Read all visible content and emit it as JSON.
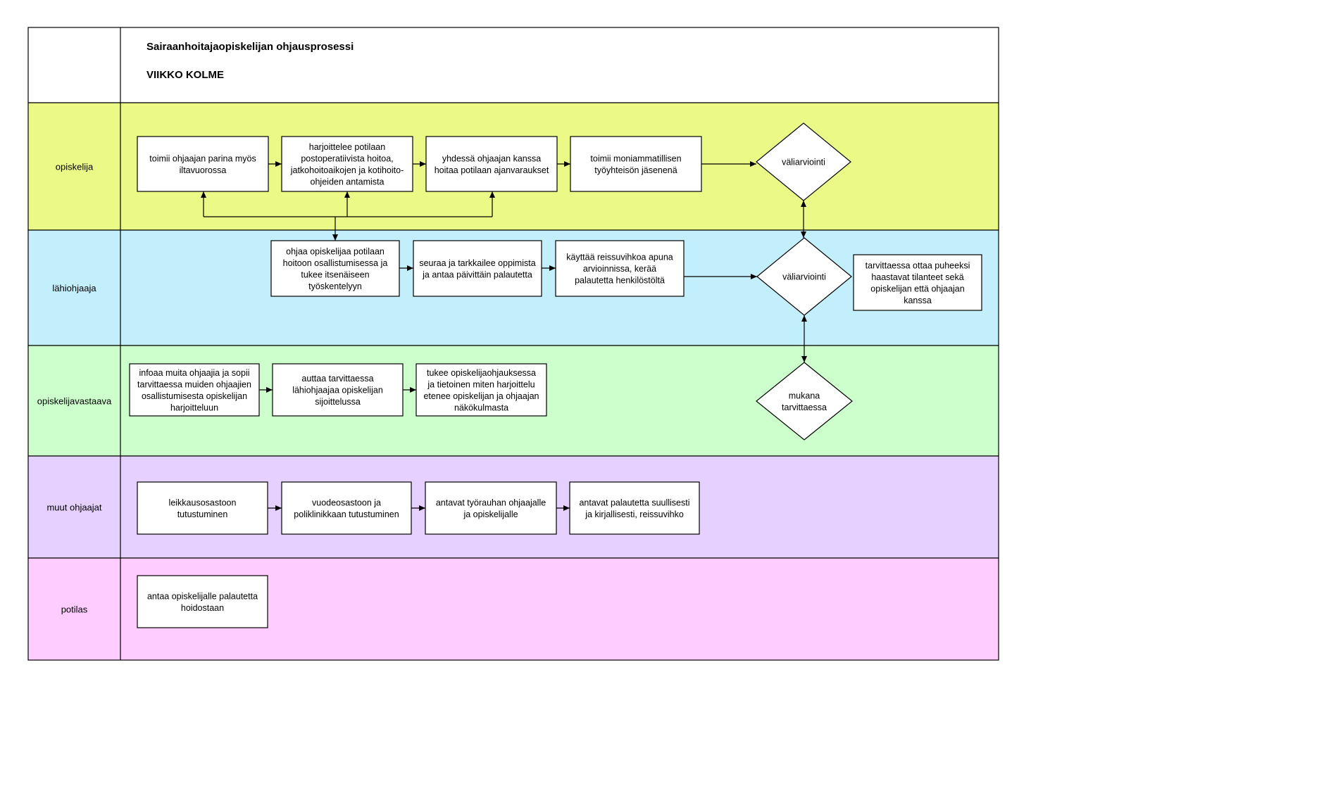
{
  "header": {
    "title": "Sairaanhoitajaopiskelijan ohjausprosessi",
    "subtitle": "VIIKKO KOLME"
  },
  "lanes": [
    {
      "id": "opiskelija",
      "label": "opiskelija",
      "color": "#ebf987"
    },
    {
      "id": "lahiohjaaja",
      "label": "lähiohjaaja",
      "color": "#c3eefc"
    },
    {
      "id": "opiskelijavastaava",
      "label": "opiskelijavastaava",
      "color": "#ccffcc"
    },
    {
      "id": "muut",
      "label": "muut ohjaajat",
      "color": "#e6d0ff"
    },
    {
      "id": "potilas",
      "label": "potilas",
      "color": "#ffccff"
    }
  ],
  "nodes": [
    {
      "id": "o1",
      "shape": "box",
      "lines": [
        "toimii ohjaajan parina myös",
        "iltavuorossa"
      ]
    },
    {
      "id": "o2",
      "shape": "box",
      "lines": [
        "harjoittelee potilaan",
        "postoperatiivista hoitoa,",
        "jatkohoitoaikojen ja kotihoito-",
        "ohjeiden antamista"
      ]
    },
    {
      "id": "o3",
      "shape": "box",
      "lines": [
        "yhdessä ohjaajan kanssa",
        "hoitaa potilaan ajanvaraukset"
      ]
    },
    {
      "id": "o4",
      "shape": "box",
      "lines": [
        "toimii moniammatillisen",
        "työyhteisön jäsenenä"
      ]
    },
    {
      "id": "d1",
      "shape": "diamond",
      "lines": [
        "väliarviointi"
      ]
    },
    {
      "id": "l1",
      "shape": "box",
      "lines": [
        "ohjaa opiskelijaa potilaan",
        "hoitoon osallistumisessa ja",
        "tukee itsenäiseen",
        "työskentelyyn"
      ]
    },
    {
      "id": "l2",
      "shape": "box",
      "lines": [
        "seuraa ja tarkkailee oppimista",
        "ja antaa päivittäin palautetta"
      ]
    },
    {
      "id": "l3",
      "shape": "box",
      "lines": [
        "käyttää reissuvihkoa apuna",
        "arvioinnissa, kerää",
        "palautetta henkilöstöltä"
      ]
    },
    {
      "id": "d2",
      "shape": "diamond",
      "lines": [
        "väliarviointi"
      ]
    },
    {
      "id": "l4",
      "shape": "box",
      "lines": [
        "tarvittaessa ottaa puheeksi",
        "haastavat tilanteet sekä",
        "opiskelijan että ohjaajan",
        "kanssa"
      ]
    },
    {
      "id": "v1",
      "shape": "box",
      "lines": [
        "infoaa muita ohjaajia ja sopii",
        "tarvittaessa muiden ohjaajien",
        "osallistumisesta opiskelijan",
        "harjoitteluun"
      ]
    },
    {
      "id": "v2",
      "shape": "box",
      "lines": [
        "auttaa tarvittaessa",
        "lähiohjaajaa opiskelijan",
        "sijoittelussa"
      ]
    },
    {
      "id": "v3",
      "shape": "box",
      "lines": [
        "tukee opiskelijaohjauksessa",
        "ja tietoinen miten harjoittelu",
        "etenee opiskelijan ja ohjaajan",
        "näkökulmasta"
      ]
    },
    {
      "id": "d3",
      "shape": "diamond",
      "lines": [
        "mukana",
        "tarvittaessa"
      ]
    },
    {
      "id": "m1",
      "shape": "box",
      "lines": [
        "leikkausosastoon",
        "tutustuminen"
      ]
    },
    {
      "id": "m2",
      "shape": "box",
      "lines": [
        "vuodeosastoon ja",
        "poliklinikkaan tutustuminen"
      ]
    },
    {
      "id": "m3",
      "shape": "box",
      "lines": [
        "antavat työrauhan ohjaajalle",
        "ja opiskelijalle"
      ]
    },
    {
      "id": "m4",
      "shape": "box",
      "lines": [
        "antavat palautetta suullisesti",
        "ja kirjallisesti, reissuvihko"
      ]
    },
    {
      "id": "p1",
      "shape": "box",
      "lines": [
        "antaa opiskelijalle palautetta",
        "hoidostaan"
      ]
    }
  ]
}
